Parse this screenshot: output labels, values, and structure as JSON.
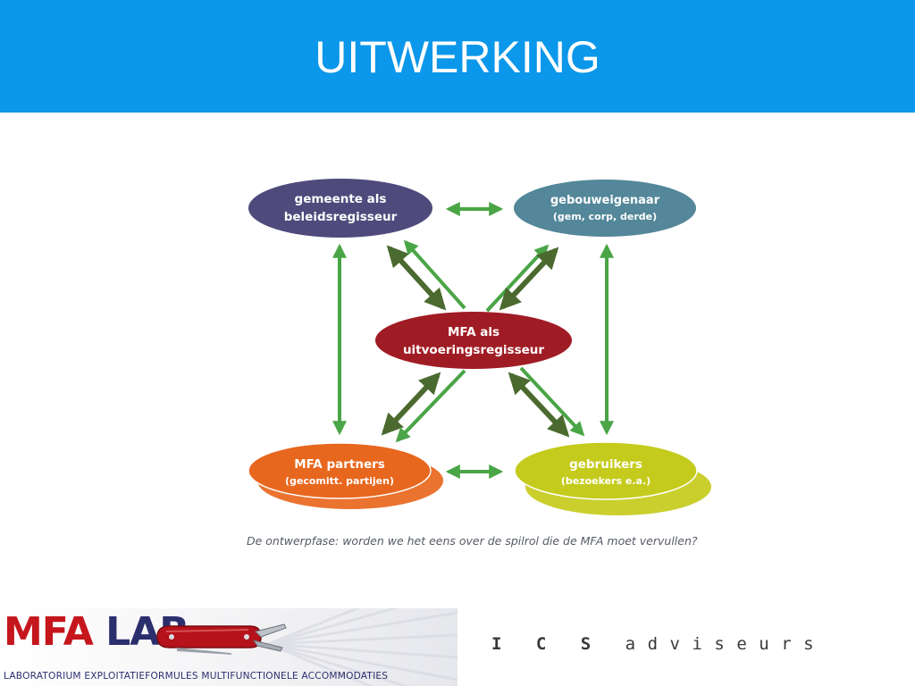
{
  "slide": {
    "title": "UITWERKING"
  },
  "diagram": {
    "nodes": {
      "gemeente": {
        "line1": "gemeente als",
        "line2": "beleidsregisseur",
        "color": "#4f4a7c"
      },
      "gebouweigenaar": {
        "line1": "gebouweigenaar",
        "line2": "(gem, corp, derde)",
        "color": "#538799"
      },
      "mfa": {
        "line1": "MFA als",
        "line2": "uitvoeringsregisseur",
        "color": "#a01c24"
      },
      "partners": {
        "line1": "MFA partners",
        "line2": "(gecomitt. partijen)",
        "color": "#e8671e"
      },
      "gebruikers": {
        "line1": "gebruikers",
        "line2": "(bezoekers e.a.)",
        "color": "#c5cb1c"
      }
    },
    "arrow_colors": {
      "light": "#4aa546",
      "dark": "#4b6a2f"
    },
    "caption": "De ontwerpfase: worden we het eens over de spilrol die de MFA moet vervullen?"
  },
  "footer": {
    "logo_main_1": "MFA ",
    "logo_main_2": "LAB",
    "logo_sub": "LABORATORIUM EXPLOITATIEFORMULES MULTIFUNCTIONELE ACCOMMODATIES",
    "ics_part1": "I C S",
    "ics_part2": "adviseurs"
  }
}
